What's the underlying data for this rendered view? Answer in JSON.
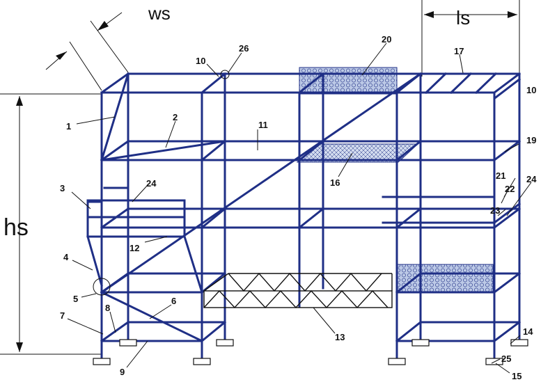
{
  "colors": {
    "structure": "#1f2f86",
    "ink": "#111111",
    "deck_fill": "#bcc9e6",
    "paper": "#ffffff"
  },
  "dimensions": {
    "width_label": "ws",
    "length_label": "ls",
    "height_label": "hs"
  },
  "callouts": [
    "1",
    "2",
    "3",
    "4",
    "5",
    "6",
    "7",
    "8",
    "9",
    "10",
    "10",
    "11",
    "12",
    "13",
    "14",
    "15",
    "16",
    "17",
    "19",
    "20",
    "21",
    "22",
    "23",
    "24",
    "24",
    "25",
    "26"
  ]
}
